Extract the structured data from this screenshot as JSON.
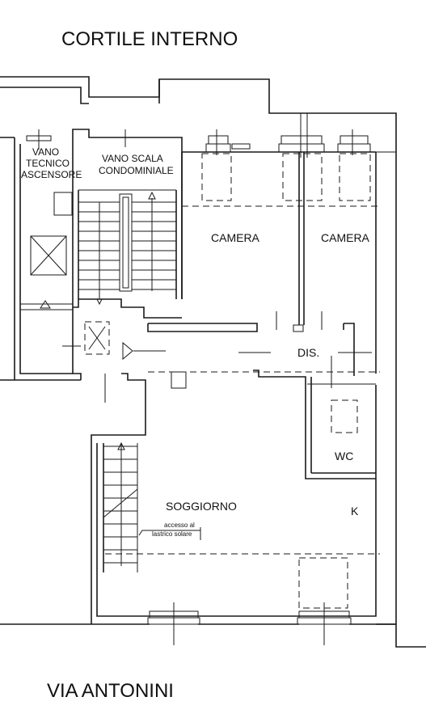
{
  "title_top": "CORTILE INTERNO",
  "title_bottom": "VIA ANTONINI",
  "rooms": {
    "vano_tecnico": [
      "VANO",
      "TECNICO",
      "ASCENSORE"
    ],
    "vano_scala": [
      "VANO SCALA",
      "CONDOMINIALE"
    ],
    "camera_1": "CAMERA",
    "camera_2": "CAMERA",
    "dis": "DIS.",
    "wc": "WC",
    "soggiorno": "SOGGIORNO",
    "k": "K"
  },
  "annotation": [
    "accesso al",
    "lastrico solare"
  ]
}
